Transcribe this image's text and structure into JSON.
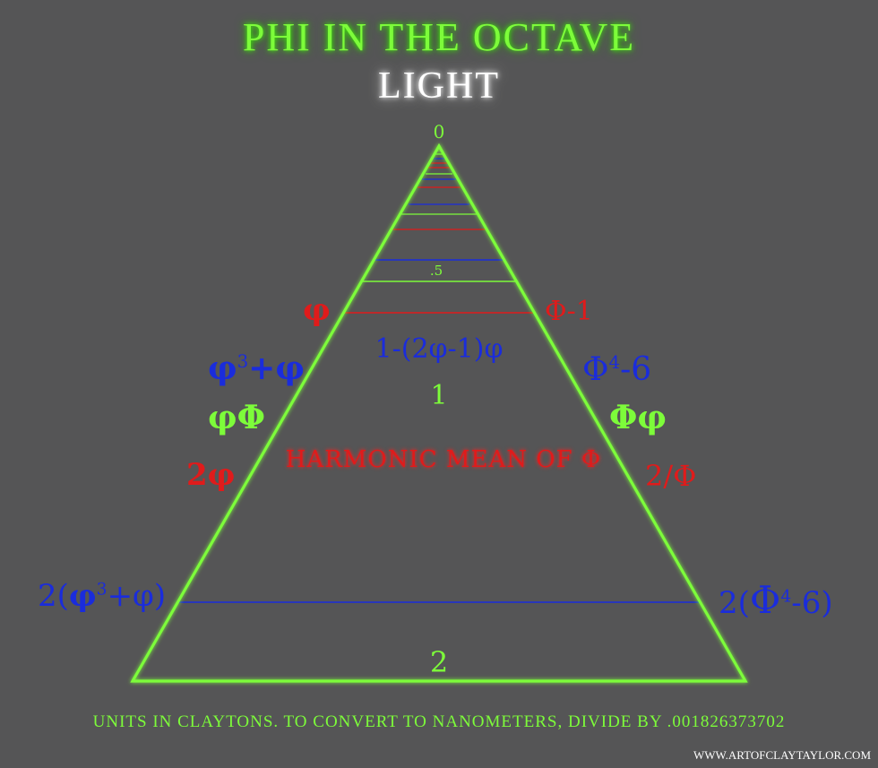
{
  "title": "PHI IN THE OCTAVE",
  "subtitle": "LIGHT",
  "apex_label": "0",
  "point_five_label": ".5",
  "one_label": "1",
  "base_label": "2",
  "left_labels": {
    "phi": "φ",
    "phi_cubed_plus_phi": {
      "base": "φ",
      "exp": "3",
      "rest": "+φ"
    },
    "phi_big_phi": "φΦ",
    "two_phi": "2φ",
    "two_paren": {
      "pre": "2(",
      "base": "φ",
      "exp": "3",
      "rest": "+φ)"
    }
  },
  "right_labels": {
    "big_phi_minus_one": "Φ-1",
    "big_phi_4_minus_6": {
      "base": "Φ",
      "exp": "4",
      "rest": "-6"
    },
    "big_phi_phi": "Φφ",
    "two_over_phi": "2/Φ",
    "two_paren": {
      "pre": "2(",
      "base": "Φ",
      "exp": "4",
      "rest": "-6)"
    }
  },
  "center_labels": {
    "blue_formula": "1-(2φ-1)φ",
    "harmonic": "HARMONIC MEAN OF Φ"
  },
  "footer": "UNITS IN CLAYTONS. TO CONVERT TO NANOMETERS, DIVIDE BY .001826373702",
  "credit": "WWW.ARTOFCLAYTAYLOR.COM",
  "colors": {
    "background": "#555556",
    "green": "#7dfc3a",
    "red": "#e01b1b",
    "blue": "#1a2cdc",
    "white": "#ffffff"
  }
}
